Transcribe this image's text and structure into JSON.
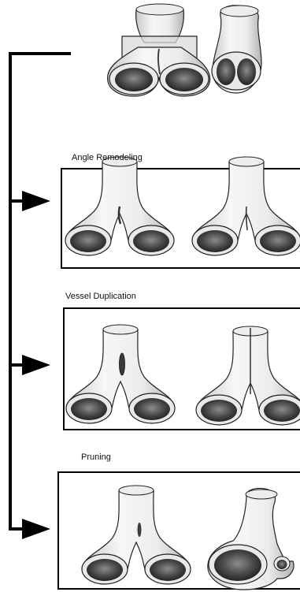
{
  "panels": [
    {
      "label": "Angle Remodeling"
    },
    {
      "label": "Vessel Duplication"
    },
    {
      "label": "Pruning"
    }
  ],
  "colors": {
    "line": "#000000",
    "vessel_fill": "#f3f3f3",
    "vessel_shade": "#bdbdbd",
    "lumen_dark": "#3a3a3a",
    "cut_plane": "#d9d9d9"
  }
}
